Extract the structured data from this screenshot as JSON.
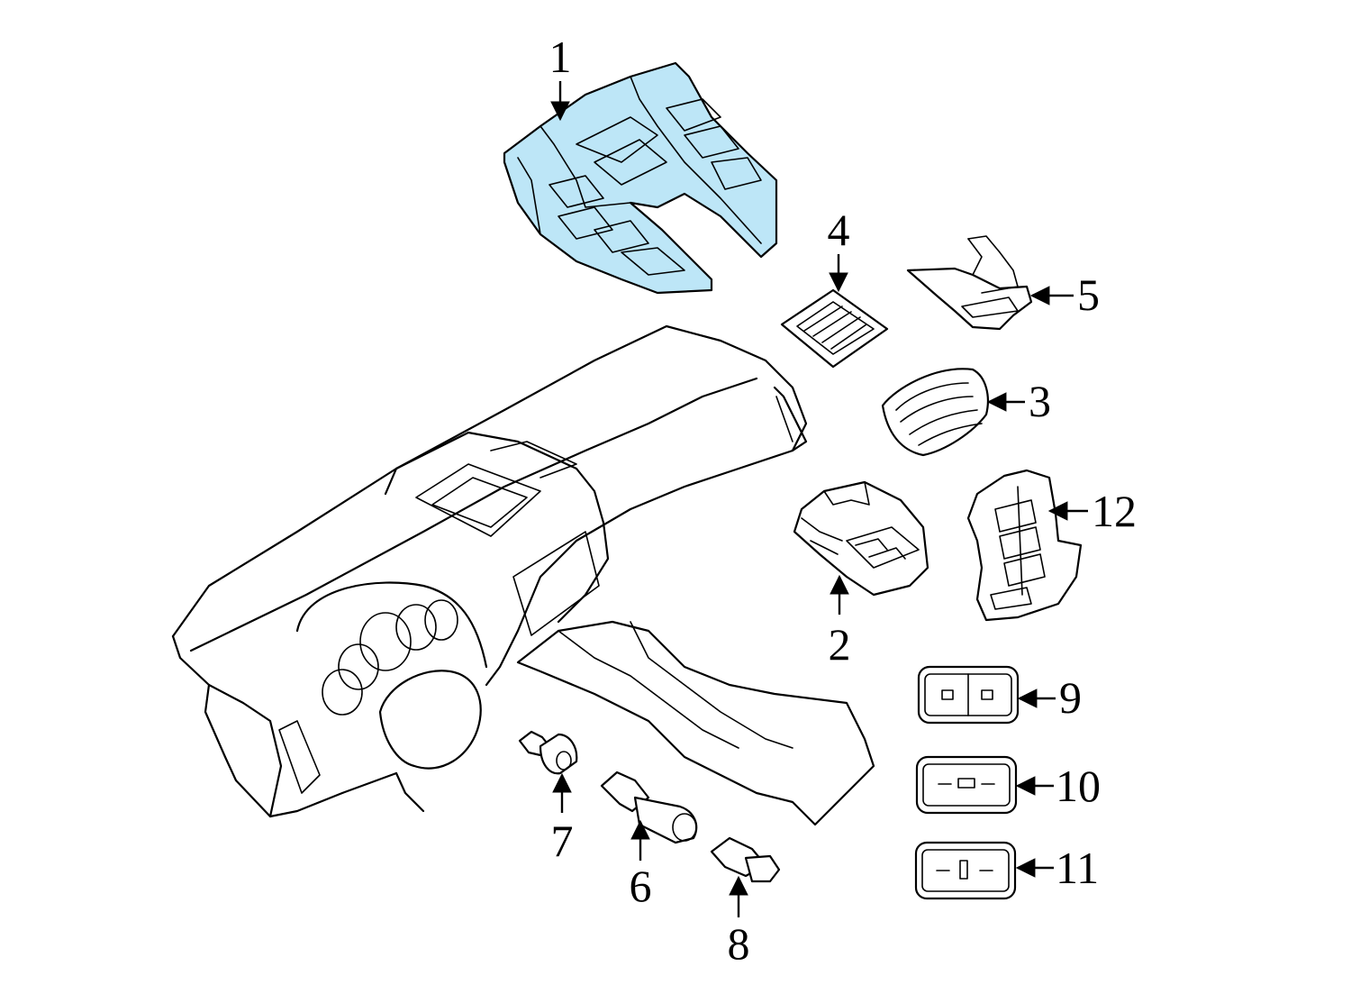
{
  "highlight_color": "#bde6f7",
  "line_color": "#000000",
  "callouts": {
    "c1": "1",
    "c2": "2",
    "c3": "3",
    "c4": "4",
    "c5": "5",
    "c6": "6",
    "c7": "7",
    "c8": "8",
    "c9": "9",
    "c10": "10",
    "c11": "11",
    "c12": "12"
  }
}
